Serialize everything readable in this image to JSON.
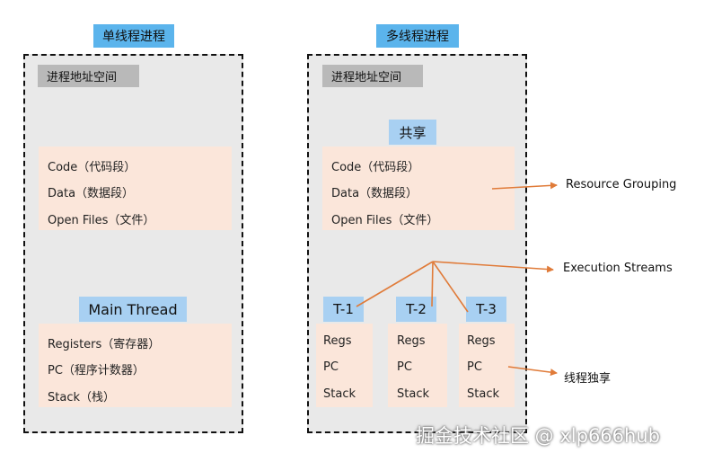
{
  "single": {
    "title": "单线程进程",
    "address_space": "进程地址空间",
    "shared_lines": [
      "Code（代码段）",
      "Data（数据段）",
      "Open Files（文件）"
    ],
    "thread_title": "Main Thread",
    "thread_lines": [
      "Registers（寄存器）",
      "PC（程序计数器）",
      "Stack（栈）"
    ]
  },
  "multi": {
    "title": "多线程进程",
    "address_space": "进程地址空间",
    "shared_label": "共享",
    "shared_lines": [
      "Code（代码段）",
      "Data（数据段）",
      "Open Files（文件）"
    ],
    "threads": [
      {
        "title": "T-1",
        "lines": [
          "Regs",
          "PC",
          "Stack"
        ]
      },
      {
        "title": "T-2",
        "lines": [
          "Regs",
          "PC",
          "Stack"
        ]
      },
      {
        "title": "T-3",
        "lines": [
          "Regs",
          "PC",
          "Stack"
        ]
      }
    ]
  },
  "annotations": {
    "resource_grouping": "Resource Grouping",
    "execution_streams": "Execution Streams",
    "thread_private": "线程独享"
  },
  "watermark": "掘金技术社区 @ xlp666hub",
  "colors": {
    "title_bg": "#5bb4ec",
    "region_bg": "#fbe6da",
    "thread_tag_bg": "#a8d0f2",
    "arrow": "#e07b39"
  }
}
